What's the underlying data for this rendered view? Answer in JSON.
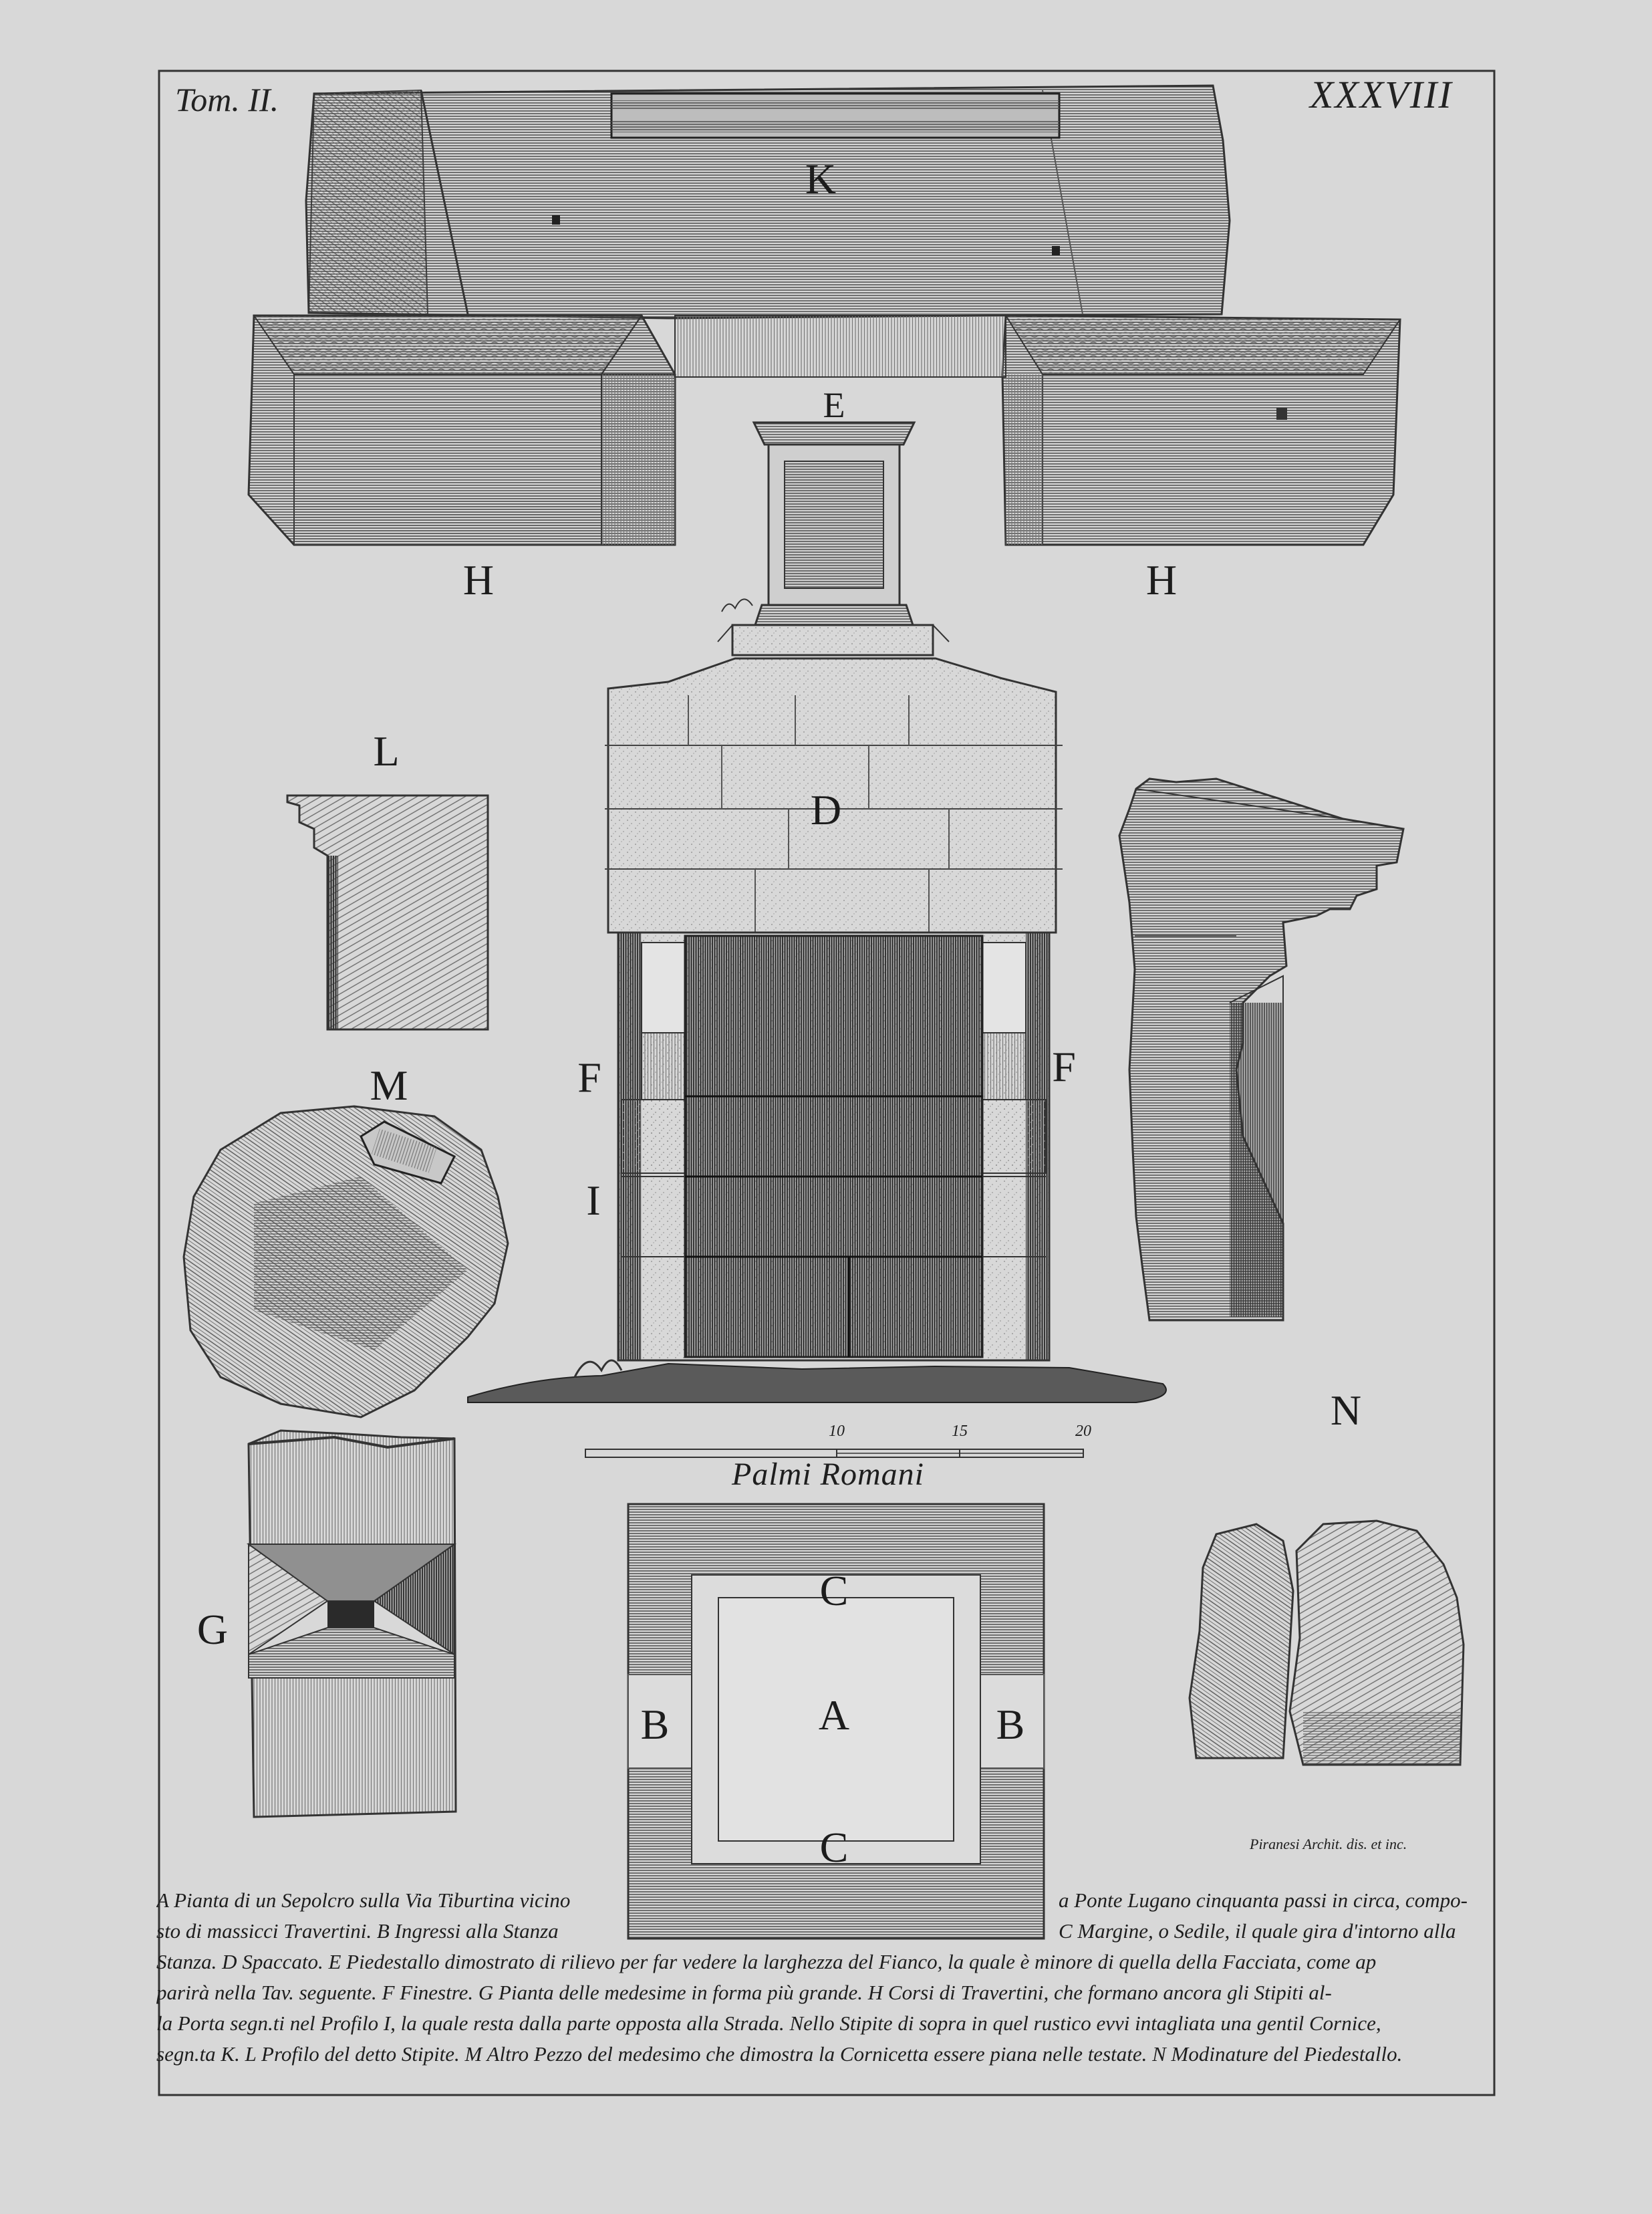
{
  "plate": {
    "volume": "Tom. II.",
    "number": "XXXVIII",
    "signature": "Piranesi Archit. dis. et inc."
  },
  "labels": {
    "K": "K",
    "E": "E",
    "H_left": "H",
    "H_right": "H",
    "L": "L",
    "D": "D",
    "F_left": "F",
    "F_right": "F",
    "M": "M",
    "I": "I",
    "N": "N",
    "G": "G",
    "C_top": "C",
    "C_bottom": "C",
    "B_left": "B",
    "B_right": "B",
    "A": "A"
  },
  "scale": {
    "title": "Palmi Romani",
    "ticks": [
      "10",
      "15",
      "20"
    ]
  },
  "caption": {
    "line1_left": "A Pianta di un Sepolcro sulla Via Tiburtina vicino",
    "line1_right": "a Ponte Lugano cinquanta passi in circa, compo-",
    "line2_left": "sto di massicci Travertini. B Ingressi alla Stanza",
    "line2_right": "C Margine, o Sedile, il quale gira d'intorno alla",
    "line3": "Stanza. D Spaccato. E Piedestallo dimostrato di rilievo per far vedere la larghezza del Fianco, la quale è minore di quella della Facciata, come ap",
    "line4": "parirà nella Tav. seguente. F Finestre. G Pianta delle medesime in forma più grande. H Corsi di Travertini, che formano ancora gli Stipiti al-",
    "line5": "la Porta segn.ti nel Profilo I, la quale resta dalla parte opposta alla Strada. Nello Stipite di sopra in quel rustico evvi intagliata una gentil Cornice,",
    "line6": "segn.ta K. L Profilo del detto Stipite. M Altro Pezzo del medesimo che dimostra la Cornicetta essere piana nelle testate. N Modinature del Piedestallo."
  }
}
